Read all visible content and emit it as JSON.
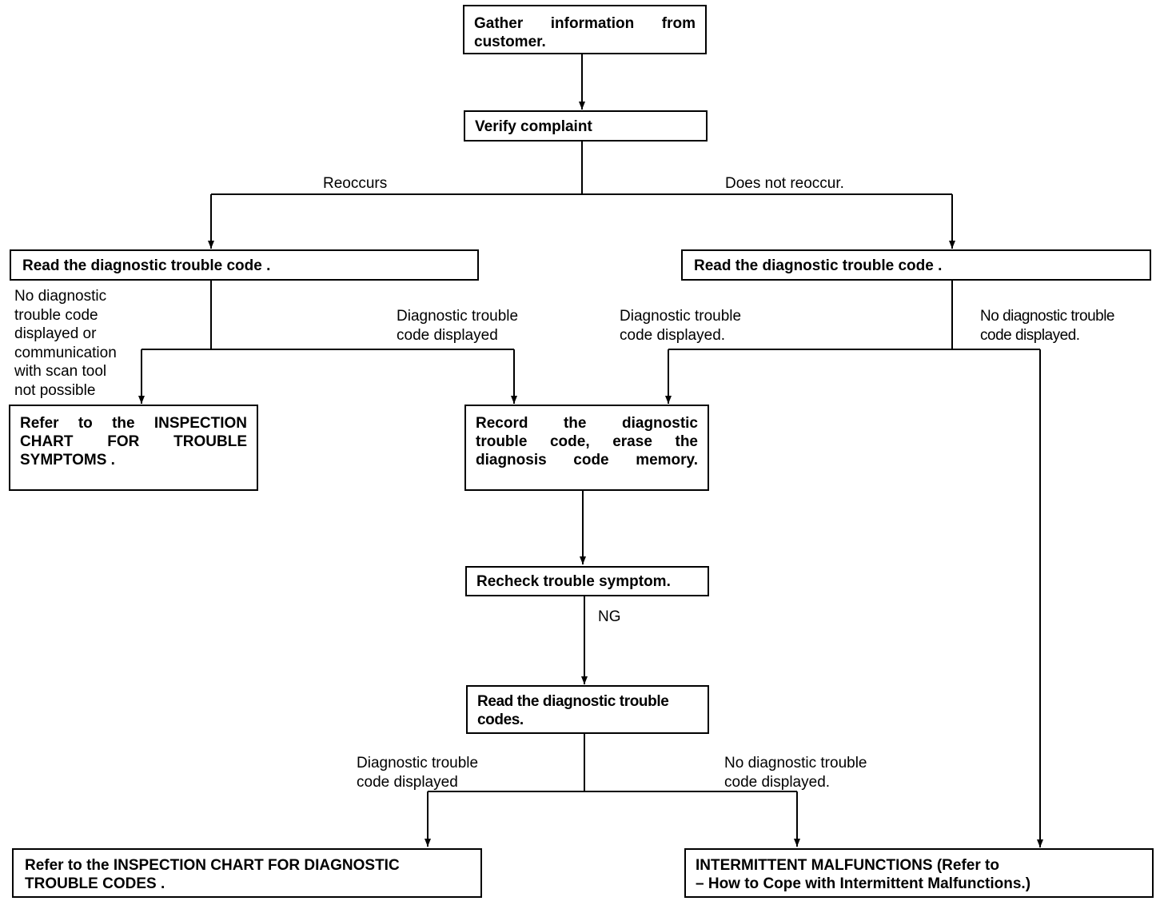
{
  "boxes": {
    "gather": [
      "Gather information from",
      "customer."
    ],
    "verify": "Verify complaint",
    "read_left": "Read the diagnostic trouble code .",
    "read_right": "Read the diagnostic trouble code .",
    "refer_symptoms": [
      "Refer to the INSPECTION",
      "CHART FOR TROUBLE",
      "SYMPTOMS ."
    ],
    "record": [
      "Record the diagnostic",
      "trouble code, erase the",
      "diagnosis code memory."
    ],
    "recheck": "Recheck trouble symptom.",
    "read_codes": [
      "Read the diagnostic trouble",
      "codes."
    ],
    "refer_codes": [
      "Refer to the INSPECTION CHART FOR DIAGNOSTIC",
      "TROUBLE CODES ."
    ],
    "intermittent": [
      "INTERMITTENT MALFUNCTIONS (Refer to",
      "– How to Cope with Intermittent Malfunctions.)"
    ]
  },
  "labels": {
    "reoccurs": "Reoccurs",
    "does_not_reoccur": "Does not reoccur.",
    "no_code_left": [
      "No diagnostic",
      "trouble code",
      "displayed or",
      "communication",
      "with scan tool",
      "not possible"
    ],
    "code_displayed_left": [
      "Diagnostic trouble",
      "code displayed"
    ],
    "code_displayed_right": [
      "Diagnostic trouble",
      "code displayed."
    ],
    "no_code_right": [
      "No diagnostic trouble",
      "code displayed."
    ],
    "ng": "NG",
    "code_displayed_bottom": [
      "Diagnostic trouble",
      "code displayed"
    ],
    "no_code_bottom": [
      "No diagnostic trouble",
      "code displayed."
    ]
  }
}
